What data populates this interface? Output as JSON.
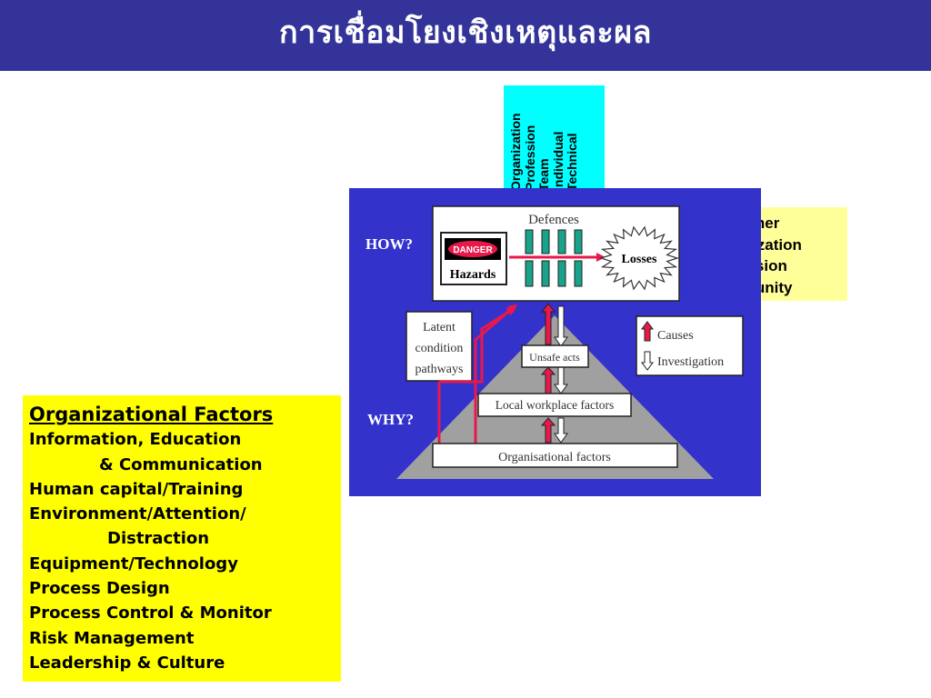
{
  "title": "การเชื่อมโยงเชิงเหตุและผล",
  "levels_box": {
    "items": [
      "Organization",
      "Profession",
      "Team",
      "Individual",
      "Technical"
    ]
  },
  "stakeholders_box": {
    "items": [
      "Customer",
      "Organization",
      "Profession",
      "Community"
    ]
  },
  "factors_box": {
    "heading": "Organizational Factors",
    "lines": [
      "Information, Education",
      "& Communication",
      "Human capital/Training",
      "Environment/Attention/",
      "Distraction",
      "Equipment/Technology",
      "Process Design",
      "Process Control & Monitor",
      "Risk Management",
      "Leadership & Culture"
    ]
  },
  "model": {
    "how_label": "HOW?",
    "why_label": "WHY?",
    "defences_label": "Defences",
    "danger_label": "DANGER",
    "hazards_label": "Hazards",
    "losses_label": "Losses",
    "latent_lines": [
      "Latent",
      "condition",
      "pathways"
    ],
    "unsafe_acts_label": "Unsafe acts",
    "local_factors_label": "Local workplace factors",
    "org_factors_label": "Organisational factors",
    "legend_causes": "Causes",
    "legend_investigation": "Investigation",
    "colors": {
      "panel": "#3333cc",
      "pyramid": "#a0a0a0",
      "arrow_red": "#e8184a",
      "defence_bar": "#19a38a"
    }
  }
}
